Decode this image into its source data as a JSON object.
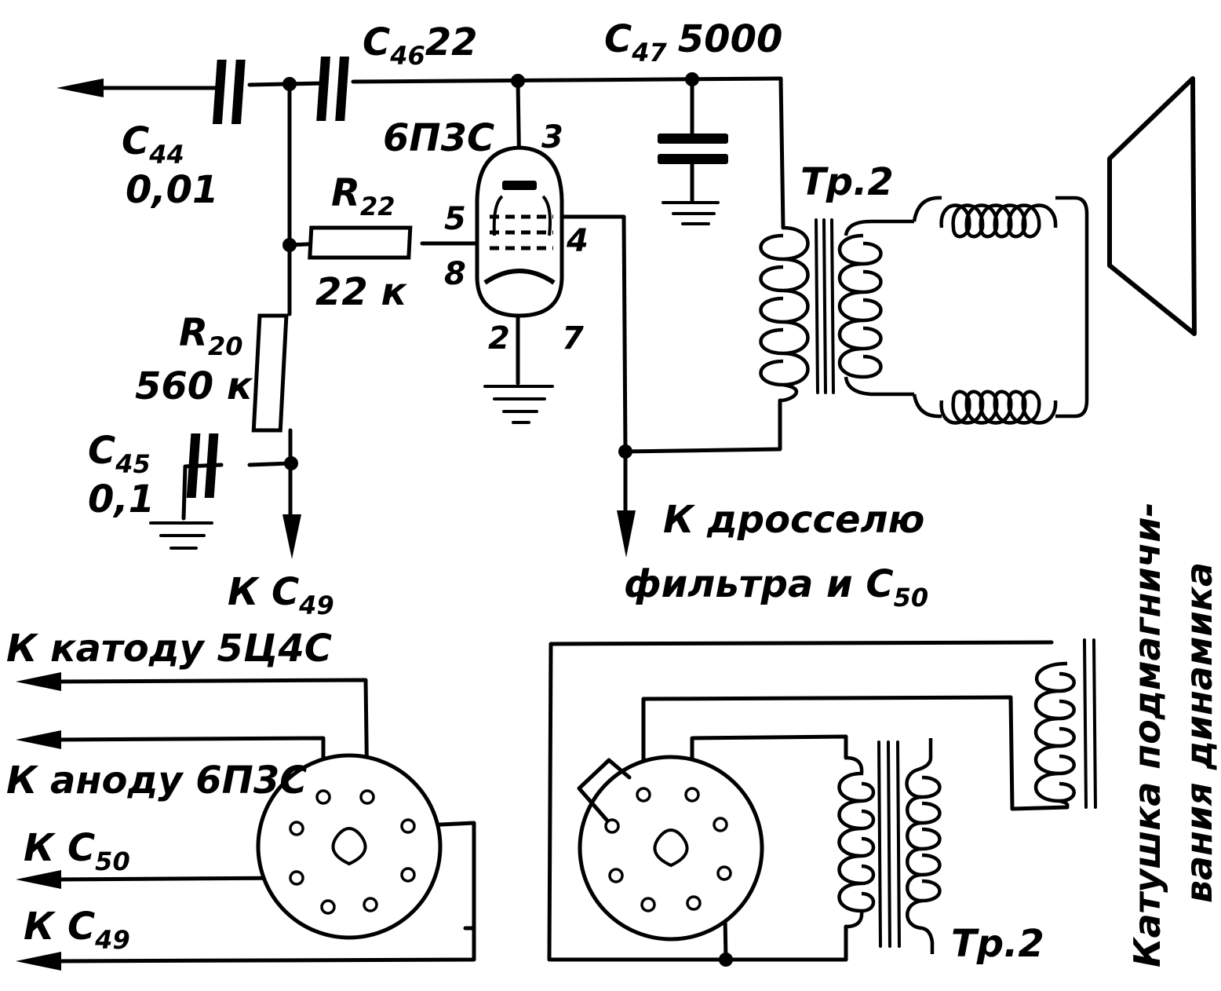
{
  "labels": {
    "c44": {
      "main": "C",
      "sub": "44",
      "value": "0,01"
    },
    "c46": {
      "main": "C",
      "sub": "46",
      "value": "22"
    },
    "c47": {
      "main": "C",
      "sub": "47",
      "value": "5000"
    },
    "c45": {
      "main": "C",
      "sub": "45",
      "value": "0,1"
    },
    "r22": {
      "main": "R",
      "sub": "22",
      "value": "22 к"
    },
    "r20": {
      "main": "R",
      "sub": "20",
      "value": "560 к"
    },
    "tube": "6П3С",
    "pins": {
      "p3": "3",
      "p5": "5",
      "p4": "4",
      "p8": "8",
      "p2": "2",
      "p7": "7"
    },
    "tr2_top": "Тр.2",
    "tr2_bottom": "Тр.2",
    "to_c49_top": {
      "main": "К С",
      "sub": "49"
    },
    "to_choke_line1": "К дросселю",
    "to_choke_line2": {
      "main": "фильтра и С",
      "sub": "50"
    },
    "to_cathode": "К катоду 5Ц4С",
    "to_anode": "К аноду 6П3С",
    "to_c50": {
      "main": "К С",
      "sub": "50"
    },
    "to_c49_bottom": {
      "main": "К С",
      "sub": "49"
    },
    "field_coil_line1": "Катушка подмагничи-",
    "field_coil_line2": "вания динамика"
  }
}
